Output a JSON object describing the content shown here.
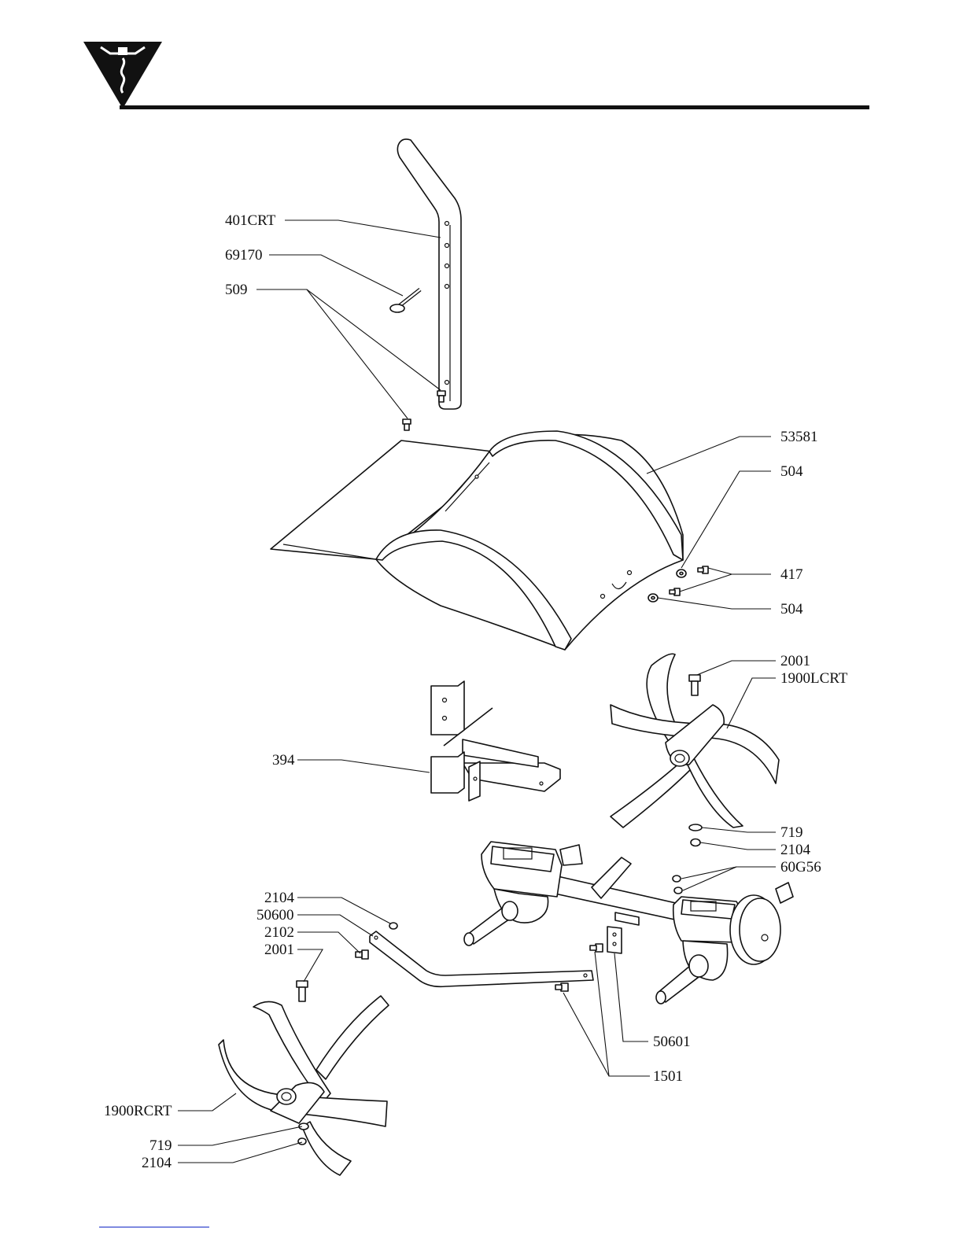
{
  "page": {
    "background": "#ffffff",
    "ink": "#111111",
    "link_color": "#3344cc"
  },
  "header": {
    "logo_icon": "tiller-logo-icon"
  },
  "labels": {
    "p401CRT": "401CRT",
    "p69170": "69170",
    "p509": "509",
    "p53581": "53581",
    "p504a": "504",
    "p417": "417",
    "p504b": "504",
    "p2001a": "2001",
    "p1900LCRT": "1900LCRT",
    "p394": "394",
    "p719a": "719",
    "p2104a": "2104",
    "p60G56": "60G56",
    "p2104b": "2104",
    "p50600": "50600",
    "p2102": "2102",
    "p2001b": "2001",
    "p50601": "50601",
    "p1501": "1501",
    "p1900RCRT": "1900RCRT",
    "p719b": "719",
    "p2104c": "2104"
  }
}
